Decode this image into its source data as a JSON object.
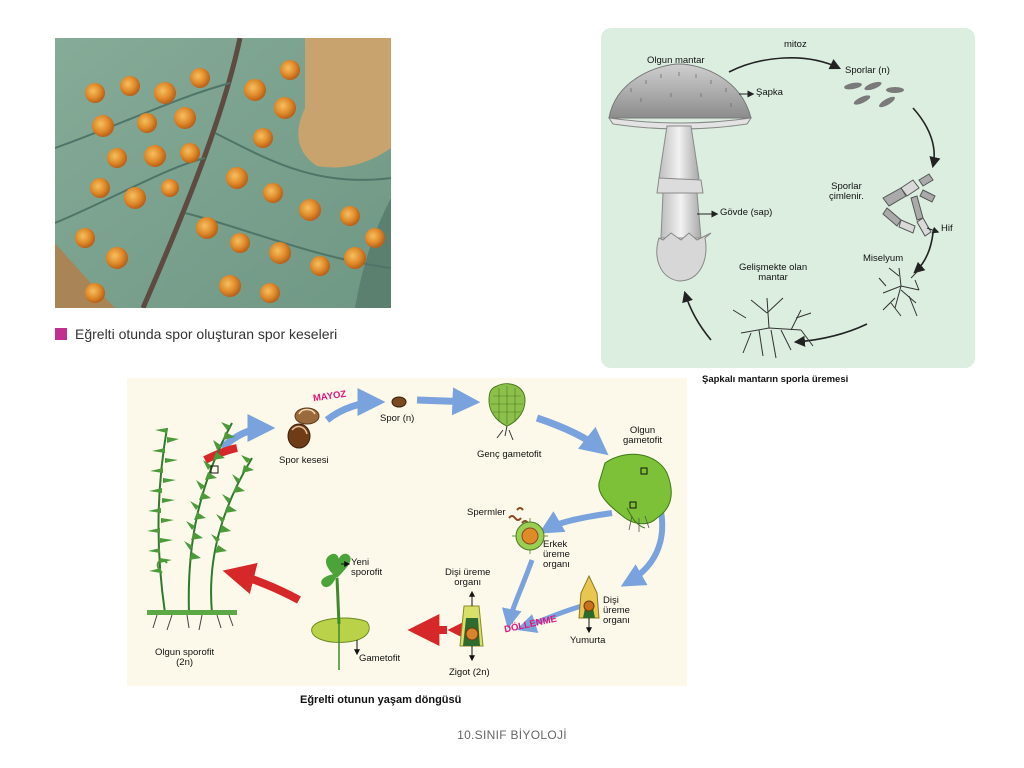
{
  "photo": {
    "caption": "Eğrelti otunda spor oluşturan spor keseleri",
    "accent": "#c2308f"
  },
  "mushroom": {
    "caption": "Şapkalı mantarın sporla üremesi",
    "labels": {
      "olgun_mantar": "Olgun mantar",
      "mitoz": "mitoz",
      "sapka": "Şapka",
      "sporlar_n": "Sporlar (n)",
      "sporlar_cimlenir_1": "Sporlar",
      "sporlar_cimlenir_2": "çimlenir.",
      "hif": "Hif",
      "govde": "Gövde (sap)",
      "miselyum": "Miselyum",
      "gelismekte_1": "Gelişmekte olan",
      "gelismekte_2": "mantar"
    },
    "panel_color": "#dbeee0"
  },
  "fern": {
    "caption": "Eğrelti otunun yaşam döngüsü",
    "labels": {
      "mayoz": "MAYOZ",
      "spor": "Spor (n)",
      "spor_kesesi": "Spor kesesi",
      "genc_gametofit": "Genç gametofit",
      "olgun_gametofit_1": "Olgun",
      "olgun_gametofit_2": "gametofit",
      "spermler": "Spermler",
      "erkek_1": "Erkek",
      "erkek_2": "üreme",
      "erkek_3": "organı",
      "disi_a1": "Dişi",
      "disi_a2": "üreme",
      "disi_a3": "organı",
      "yumurta": "Yumurta",
      "dollenme": "DÖLLENME",
      "disi_b1": "Dişi üreme",
      "disi_b2": "organı",
      "zigot": "Zigot (2n)",
      "yeni_1": "Yeni",
      "yeni_2": "sporofit",
      "gametofit": "Gametofit",
      "olgun_sporofit_1": "Olgun sporofit",
      "olgun_sporofit_2": "(2n)"
    },
    "highlight_color": "#e0157a"
  },
  "footer": "10.SINIF BİYOLOJİ"
}
